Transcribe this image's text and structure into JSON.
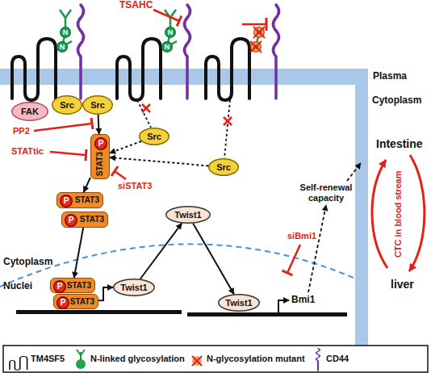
{
  "diagram": {
    "nodes": [
      {
        "text": [
          "N"
        ]
      },
      {
        "text": [
          "N"
        ]
      },
      {
        "text": [
          "N"
        ]
      },
      {
        "text": [
          "N"
        ]
      },
      {
        "text": [
          "N"
        ]
      },
      {
        "text": [
          "N"
        ]
      },
      {
        "text": [
          "FAK"
        ]
      },
      {
        "text": [
          "Src"
        ]
      },
      {
        "text": [
          "Src"
        ]
      },
      {
        "text": [
          "STAT3"
        ]
      },
      {
        "text": [
          "P"
        ],
        "in": 9
      },
      {
        "text": [
          "Src"
        ]
      },
      {
        "text": [
          "Src"
        ]
      },
      {
        "text": [
          "STAT3"
        ]
      },
      {
        "text": [
          "P"
        ],
        "in": 13
      },
      {
        "text": [
          "STAT3"
        ]
      },
      {
        "text": [
          "P"
        ],
        "in": 15
      },
      {
        "text": [
          "Twist1"
        ]
      },
      {
        "text": [
          "STAT3"
        ]
      },
      {
        "text": [
          "P"
        ],
        "in": 18
      },
      {
        "text": [
          "STAT3"
        ]
      },
      {
        "text": [
          "P"
        ],
        "in": 20
      },
      {
        "text": [
          "Twist1"
        ]
      },
      {
        "text": [
          "Twist1"
        ]
      }
    ],
    "edges": [
      {
        "from": 8,
        "to": 9,
        "arrow": "to"
      },
      {
        "from": 11,
        "to": 9,
        "arrow": "to"
      },
      {
        "from": 12,
        "to": 9,
        "arrow": "to"
      },
      {
        "from": 9,
        "to": 13,
        "arrow": "to"
      },
      {
        "from": 15,
        "to": 18,
        "arrow": "to"
      },
      {
        "from": 20,
        "to": 22,
        "arrow": "to"
      },
      {
        "from": 22,
        "to": 17,
        "arrow": "to"
      },
      {
        "from": 17,
        "to": 23,
        "arrow": "to"
      }
    ],
    "labels": [
      "TSAHC",
      "PP2",
      "STATtic",
      "siSTAT3",
      "siBmi1",
      "Plasma",
      "Cytoplasm",
      "Cytoplasm",
      "Nuclei",
      "Bmi1",
      "Self-renewal capacity",
      "Intestine",
      "CTC in blood stream",
      "liver"
    ],
    "legend": [
      {
        "text": "TM4SF5"
      },
      {
        "text": "N-linked glycosylation"
      },
      {
        "text": "N-glycosylation mutant"
      },
      {
        "text": "CD44"
      }
    ]
  }
}
